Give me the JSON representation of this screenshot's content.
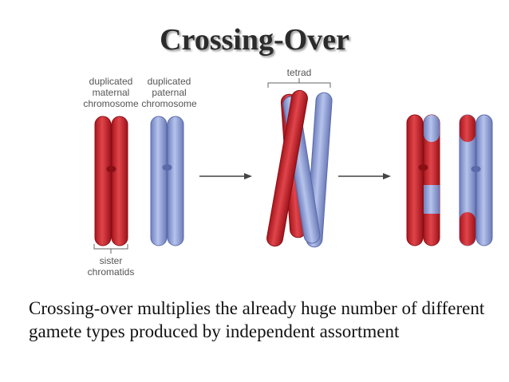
{
  "title": "Crossing-Over",
  "labels": {
    "maternal_l1": "duplicated",
    "maternal_l2": "maternal",
    "maternal_l3": "chromosome",
    "paternal_l1": "duplicated",
    "paternal_l2": "paternal",
    "paternal_l3": "chromosome",
    "tetrad": "tetrad",
    "sister_l1": "sister",
    "sister_l2": "chromatids"
  },
  "caption": "Crossing-over multiplies the already huge number of different gamete types produced by independent assortment",
  "colors": {
    "maternal": "#d8333a",
    "paternal": "#8e9fd6",
    "arrow": "#444444",
    "text": "#111111"
  }
}
